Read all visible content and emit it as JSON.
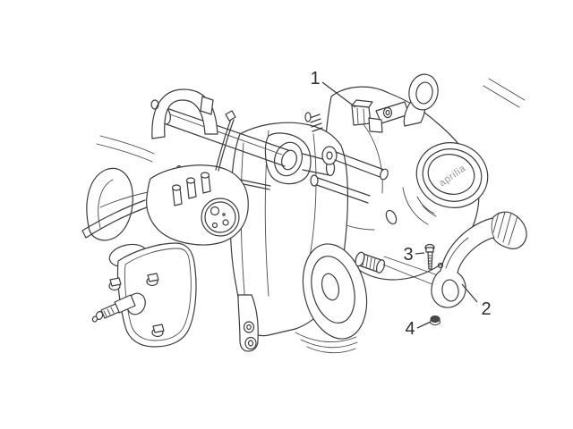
{
  "diagram": {
    "background_color": "#ffffff",
    "line_color": "#3c3c3c",
    "callout_text_color": "#2e2e2e",
    "brand_logo": "aprilia",
    "callouts": [
      {
        "label": "1"
      },
      {
        "label": "2"
      },
      {
        "label": "3"
      },
      {
        "label": "4"
      }
    ]
  }
}
